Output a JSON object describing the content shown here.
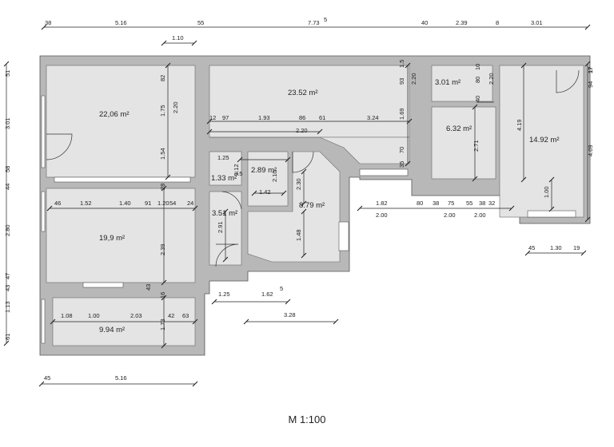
{
  "scale_label": "M 1:100",
  "rooms": [
    {
      "id": "living",
      "area": "22,06 m²"
    },
    {
      "id": "main",
      "area": "23.52 m²"
    },
    {
      "id": "small-ne",
      "area": "3.01 m²"
    },
    {
      "id": "mid-right",
      "area": "6.32 m²"
    },
    {
      "id": "east",
      "area": "14.92 m²"
    },
    {
      "id": "bath",
      "area": "2.89 m²"
    },
    {
      "id": "wc",
      "area": "1.33 m²"
    },
    {
      "id": "hall",
      "area": "3.51 m²"
    },
    {
      "id": "kitchen",
      "area": "8.79 m²"
    },
    {
      "id": "bedroom",
      "area": "19,9 m²"
    },
    {
      "id": "balcony",
      "area": "9.94 m²"
    }
  ],
  "dimensions": {
    "top": [
      "38",
      "5.16",
      "55",
      "7.73",
      "40",
      "2.39",
      "8",
      "3.01",
      "1.10"
    ],
    "left": [
      "51",
      "3.01",
      "58",
      "44",
      "2.80",
      "47",
      "43",
      "1.13",
      "61"
    ],
    "right": [
      "17",
      "94",
      "4.09"
    ],
    "interior": [
      "82",
      "1.75",
      "2.20",
      "1.54",
      "12",
      "97",
      "1.93",
      "86",
      "61",
      "3.24",
      "2.20",
      "93",
      "1.5",
      "2.20",
      "1.69",
      "70",
      "35",
      "80",
      "10",
      "2.20",
      "40",
      "4.19",
      "2.71",
      "1.00",
      "1.25",
      "1.12",
      "2.10",
      "1.42",
      "2.30",
      "1.48",
      "2.91",
      "3.5",
      "28",
      "46",
      "1.52",
      "1.40",
      "91",
      "1.20",
      "54",
      "24",
      "1.82",
      "80",
      "38",
      "75",
      "55",
      "38",
      "32",
      "2.00",
      "2.00",
      "2.00",
      "45",
      "1.30",
      "19",
      "43",
      "2.39",
      "16",
      "1.25",
      "1.62",
      "3.28",
      "1.08",
      "1.00",
      "2.03",
      "42",
      "63",
      "1.73",
      "45",
      "5.16",
      "5",
      "5"
    ]
  }
}
